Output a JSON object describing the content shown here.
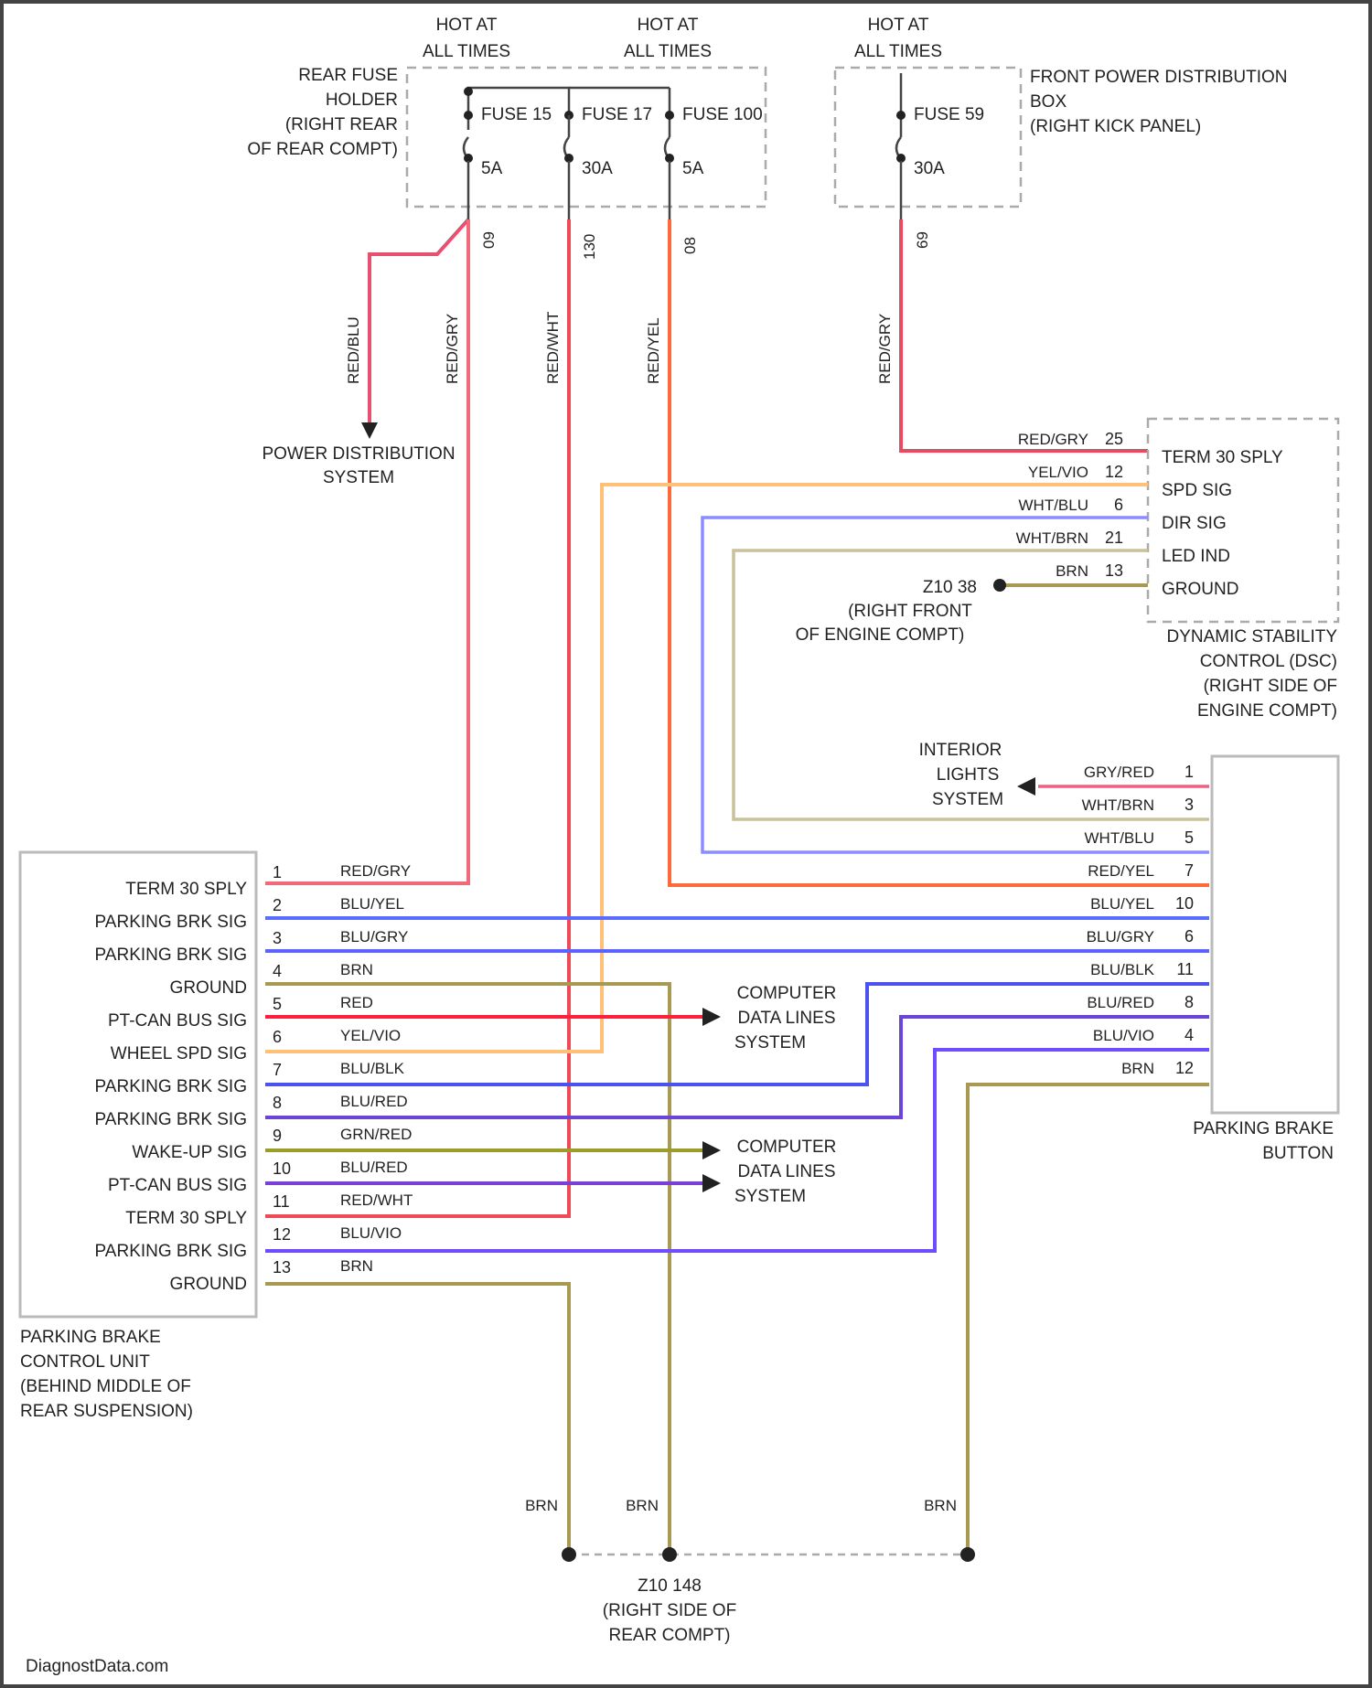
{
  "colors": {
    "RED_GRY": "#e64b62",
    "RED_YEL": "#ff6a3a",
    "RED_WHT": "#ef4a56",
    "RED": "#ff1f3c",
    "YEL_VIO": "#ffc07a",
    "WHT_BLU": "#8b8cff",
    "WHT_BRN": "#c9c19a",
    "BRN": "#a89a52",
    "BLU_YEL": "#5b6cff",
    "BLU_GRY": "#5a63ff",
    "BLU_BLK": "#4b52ee",
    "BLU_RED": "#6a45d8",
    "BLU_VIO": "#6e4cff",
    "GRY_RED": "#f06080",
    "GRN_RED": "#9c9c2a",
    "RED_GRN": "#e84a62"
  },
  "fuse_box_rear": {
    "hot_labels": [
      "HOT AT",
      "ALL TIMES"
    ],
    "name_lines": [
      "REAR FUSE",
      "HOLDER",
      "(RIGHT REAR",
      "OF REAR COMPT)"
    ],
    "fuses": [
      {
        "name": "FUSE 15",
        "rating": "5A",
        "wire_no": "09"
      },
      {
        "name": "FUSE 17",
        "rating": "30A",
        "wire_no": "130"
      },
      {
        "name": "FUSE 100",
        "rating": "5A",
        "wire_no": "08"
      }
    ]
  },
  "fuse_box_front": {
    "hot_labels": [
      "HOT AT",
      "ALL TIMES"
    ],
    "name_lines": [
      "FRONT POWER DISTRIBUTION",
      "BOX",
      "(RIGHT KICK PANEL)"
    ],
    "fuse": {
      "name": "FUSE 59",
      "rating": "30A",
      "wire_no": "69"
    }
  },
  "vertical_wire_labels": [
    "RED/BLU",
    "RED/GRY",
    "RED/WHT",
    "RED/YEL",
    "RED/GRY"
  ],
  "power_distribution": [
    "POWER DISTRIBUTION",
    "SYSTEM"
  ],
  "dsc": {
    "name_lines": [
      "DYNAMIC STABILITY",
      "CONTROL (DSC)",
      "(RIGHT SIDE OF",
      "ENGINE COMPT)"
    ],
    "pins": [
      {
        "wire": "RED/GRY",
        "pin": "25",
        "label": "TERM 30 SPLY"
      },
      {
        "wire": "YEL/VIO",
        "pin": "12",
        "label": "SPD SIG"
      },
      {
        "wire": "WHT/BLU",
        "pin": "6",
        "label": "DIR SIG"
      },
      {
        "wire": "WHT/BRN",
        "pin": "21",
        "label": "LED IND"
      },
      {
        "wire": "BRN",
        "pin": "13",
        "label": "GROUND"
      }
    ],
    "ground_label": [
      "Z10 38",
      "(RIGHT FRONT",
      "OF ENGINE COMPT)"
    ]
  },
  "button": {
    "name_lines": [
      "PARKING BRAKE",
      "BUTTON"
    ],
    "interior_lights": [
      "INTERIOR",
      "LIGHTS",
      "SYSTEM"
    ],
    "pins": [
      {
        "wire": "GRY/RED",
        "pin": "1"
      },
      {
        "wire": "WHT/BRN",
        "pin": "3"
      },
      {
        "wire": "WHT/BLU",
        "pin": "5"
      },
      {
        "wire": "RED/YEL",
        "pin": "7"
      },
      {
        "wire": "BLU/YEL",
        "pin": "10"
      },
      {
        "wire": "BLU/GRY",
        "pin": "6"
      },
      {
        "wire": "BLU/BLK",
        "pin": "11"
      },
      {
        "wire": "BLU/RED",
        "pin": "8"
      },
      {
        "wire": "BLU/VIO",
        "pin": "4"
      },
      {
        "wire": "BRN",
        "pin": "12"
      }
    ]
  },
  "control_unit": {
    "name_lines": [
      "PARKING BRAKE",
      "CONTROL UNIT",
      "(BEHIND MIDDLE OF",
      "REAR SUSPENSION)"
    ],
    "pins": [
      {
        "label": "TERM 30 SPLY",
        "pin": "1",
        "wire": "RED/GRY"
      },
      {
        "label": "PARKING BRK SIG",
        "pin": "2",
        "wire": "BLU/YEL"
      },
      {
        "label": "PARKING BRK SIG",
        "pin": "3",
        "wire": "BLU/GRY"
      },
      {
        "label": "GROUND",
        "pin": "4",
        "wire": "BRN"
      },
      {
        "label": "PT-CAN BUS SIG",
        "pin": "5",
        "wire": "RED"
      },
      {
        "label": "WHEEL SPD SIG",
        "pin": "6",
        "wire": "YEL/VIO"
      },
      {
        "label": "PARKING BRK SIG",
        "pin": "7",
        "wire": "BLU/BLK"
      },
      {
        "label": "PARKING BRK SIG",
        "pin": "8",
        "wire": "BLU/RED"
      },
      {
        "label": "WAKE-UP SIG",
        "pin": "9",
        "wire": "GRN/RED"
      },
      {
        "label": "PT-CAN BUS SIG",
        "pin": "10",
        "wire": "BLU/RED"
      },
      {
        "label": "TERM 30 SPLY",
        "pin": "11",
        "wire": "RED/WHT"
      },
      {
        "label": "PARKING BRK SIG",
        "pin": "12",
        "wire": "BLU/VIO"
      },
      {
        "label": "GROUND",
        "pin": "13",
        "wire": "BRN"
      }
    ]
  },
  "computer_data_1": [
    "COMPUTER",
    "DATA LINES",
    "SYSTEM"
  ],
  "computer_data_2": [
    "COMPUTER",
    "DATA LINES",
    "SYSTEM"
  ],
  "ground_bottom": {
    "wire_labels": [
      "BRN",
      "BRN",
      "BRN"
    ],
    "label_lines": [
      "Z10 148",
      "(RIGHT SIDE OF",
      "REAR COMPT)"
    ]
  },
  "watermark": "DiagnostData.com"
}
